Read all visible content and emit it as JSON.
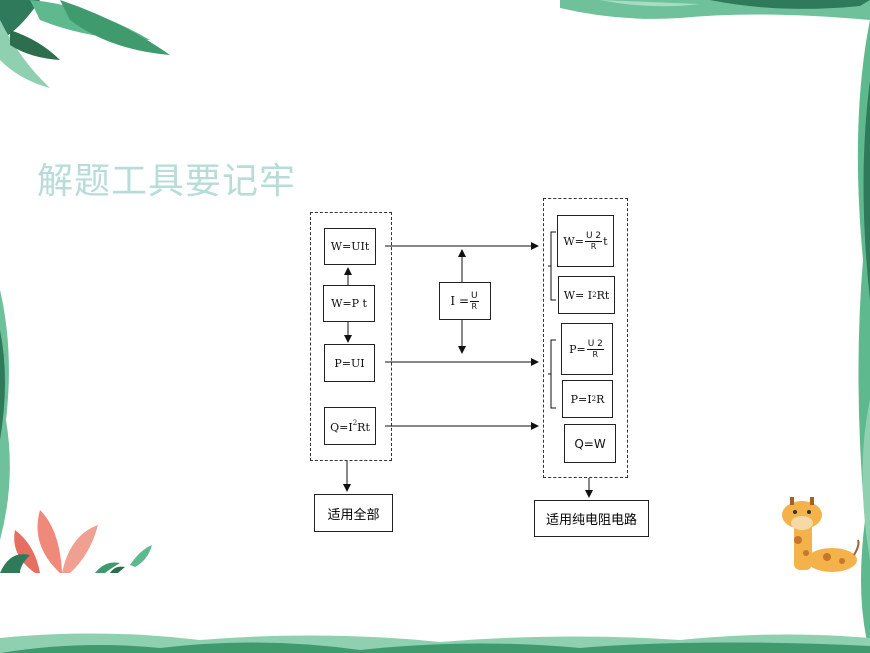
{
  "slide": {
    "title": "解题工具要记牢"
  },
  "left_formulas": {
    "w_uit": "W=UIt",
    "w_pt": "W=P t",
    "p_ui": "P=UI",
    "q_prefix": "Q=I",
    "q_sup": "2",
    "q_suffix": "Rt"
  },
  "middle_formula": {
    "prefix": "I =",
    "numerator": "U",
    "denominator": "R"
  },
  "right_formulas": {
    "w_u2r_prefix": "W=",
    "w_u2r_num": "U 2",
    "w_u2r_den": "R",
    "w_u2r_suffix": "t",
    "w_i2rt_prefix": "W= I",
    "w_i2rt_sup": "2",
    "w_i2rt_suffix": "Rt",
    "p_u2r_prefix": "P=",
    "p_u2r_num": "U 2",
    "p_u2r_den": "R",
    "p_i2r_prefix": "P=I",
    "p_i2r_sup": "2",
    "p_i2r_suffix": "R",
    "q_w": "Q=W"
  },
  "captions": {
    "all_circuits": "适用全部",
    "pure_resistive": "适用纯电阻电路"
  }
}
